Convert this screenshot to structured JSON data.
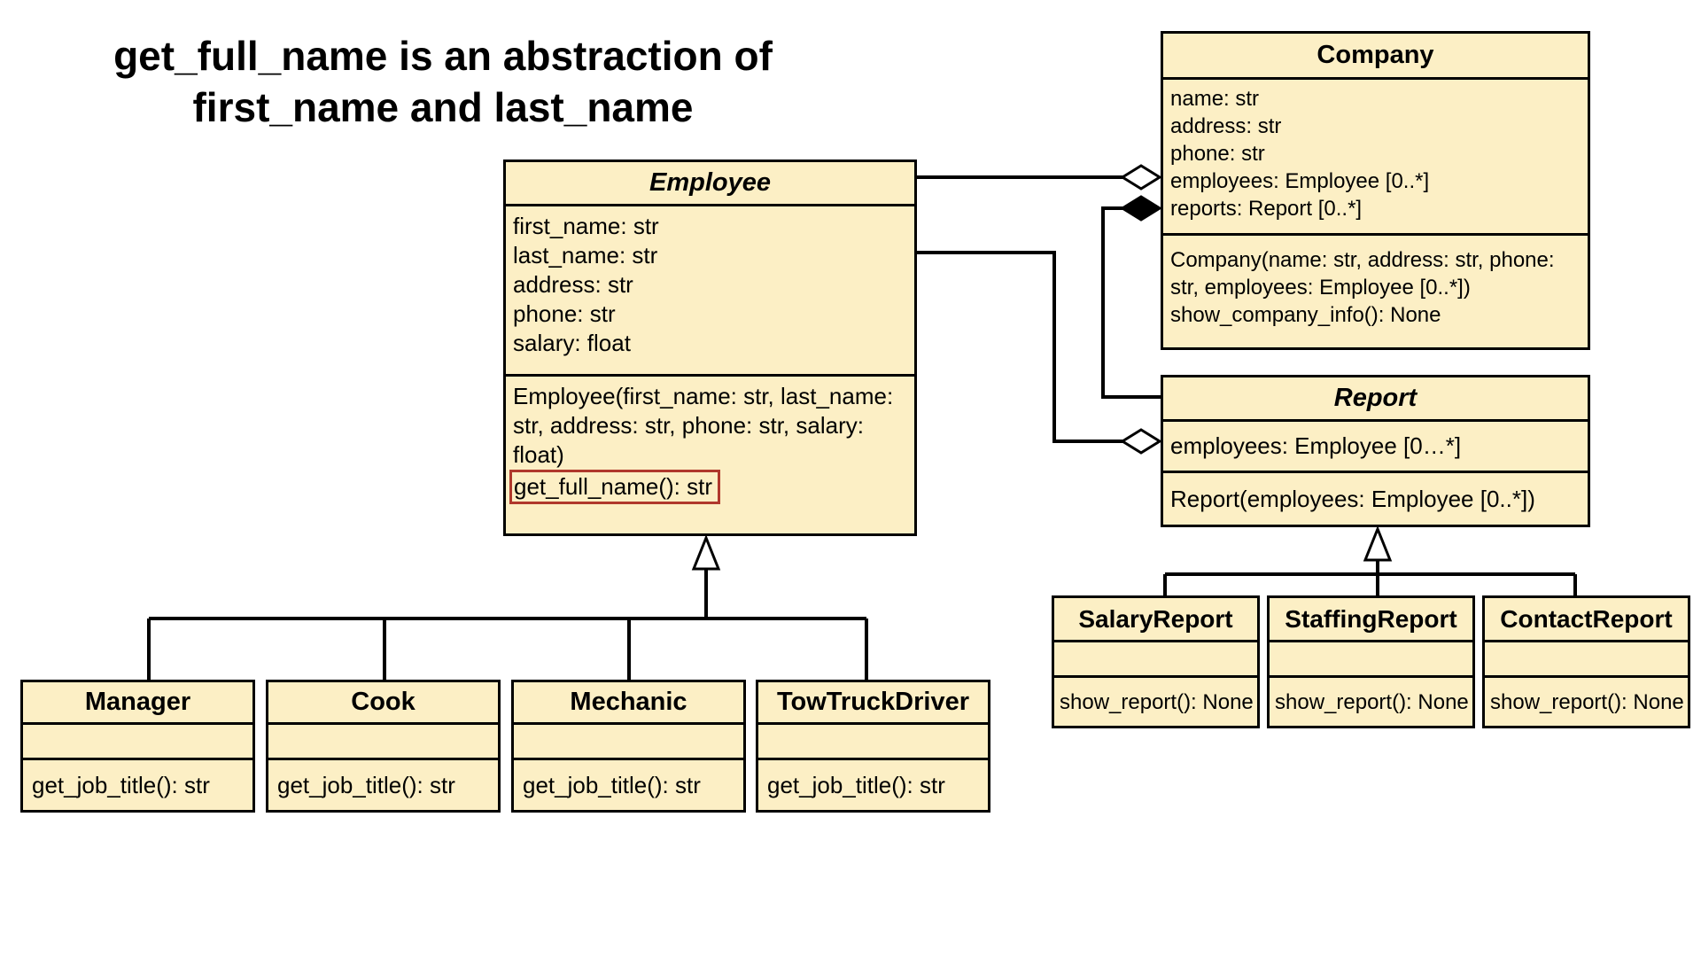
{
  "caption": {
    "line1": "get_full_name is an abstraction of",
    "line2": "first_name and last_name"
  },
  "colors": {
    "class_fill": "#fcefc5",
    "outline": "#000000",
    "highlight": "#b0382c"
  },
  "employee": {
    "name": "Employee",
    "attributes": [
      "first_name: str",
      "last_name: str",
      "address: str",
      "phone: str",
      "salary: float"
    ],
    "constructor": [
      "Employee(first_name: str, last_name:",
      "str, address: str, phone: str, salary:",
      "float)"
    ],
    "highlighted_method": "get_full_name(): str"
  },
  "company": {
    "name": "Company",
    "attributes": [
      "name: str",
      "address: str",
      "phone: str",
      "employees: Employee [0..*]",
      "reports: Report [0..*]"
    ],
    "operations": [
      "Company(name: str, address: str, phone:",
      "str, employees: Employee [0..*])",
      "show_company_info(): None"
    ]
  },
  "report": {
    "name": "Report",
    "attributes": [
      "employees: Employee [0…*]"
    ],
    "operations": [
      "Report(employees: Employee [0..*])"
    ]
  },
  "employee_subclasses": [
    {
      "name": "Manager",
      "method": "get_job_title(): str"
    },
    {
      "name": "Cook",
      "method": "get_job_title(): str"
    },
    {
      "name": "Mechanic",
      "method": "get_job_title(): str"
    },
    {
      "name": "TowTruckDriver",
      "method": "get_job_title(): str"
    }
  ],
  "report_subclasses": [
    {
      "name": "SalaryReport",
      "method": "show_report(): None"
    },
    {
      "name": "StaffingReport",
      "method": "show_report(): None"
    },
    {
      "name": "ContactReport",
      "method": "show_report(): None"
    }
  ]
}
